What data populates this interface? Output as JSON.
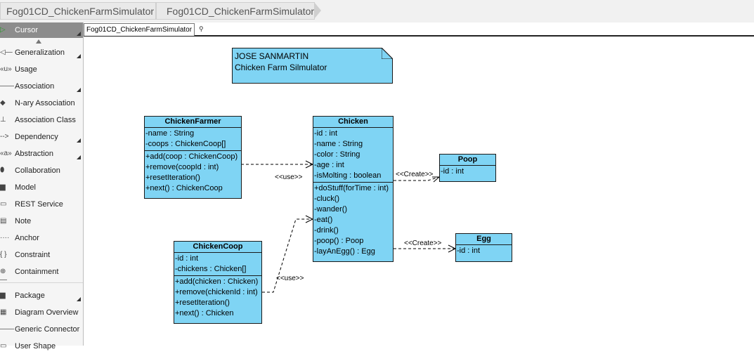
{
  "breadcrumb": [
    "Fog01CD_ChickenFarmSimulator",
    "Fog01CD_ChickenFarmSimulator"
  ],
  "palette": {
    "items": [
      {
        "label": "Cursor",
        "icon": "cursor-icon",
        "glyph": "▷",
        "selected": true,
        "submenu": true
      },
      {
        "label": "Generalization",
        "icon": "generalization-icon",
        "glyph": "◁—",
        "submenu": true
      },
      {
        "label": "Usage",
        "icon": "usage-icon",
        "glyph": "«u»"
      },
      {
        "label": "Association",
        "icon": "association-icon",
        "glyph": "——",
        "submenu": true
      },
      {
        "label": "N-ary Association",
        "icon": "nary-association-icon",
        "glyph": "◆"
      },
      {
        "label": "Association Class",
        "icon": "association-class-icon",
        "glyph": "⊥"
      },
      {
        "label": "Dependency",
        "icon": "dependency-icon",
        "glyph": "-->",
        "submenu": true
      },
      {
        "label": "Abstraction",
        "icon": "abstraction-icon",
        "glyph": "«a»",
        "submenu": true
      },
      {
        "label": "Collaboration",
        "icon": "collaboration-icon",
        "glyph": "⬮"
      },
      {
        "label": "Model",
        "icon": "model-icon",
        "glyph": "▆"
      },
      {
        "label": "REST Service",
        "icon": "rest-service-icon",
        "glyph": "▭"
      },
      {
        "label": "Note",
        "icon": "note-icon",
        "glyph": "▤"
      },
      {
        "label": "Anchor",
        "icon": "anchor-icon",
        "glyph": "····"
      },
      {
        "label": "Constraint",
        "icon": "constraint-icon",
        "glyph": "{ }"
      },
      {
        "label": "Containment",
        "icon": "containment-icon",
        "glyph": "⊕—"
      },
      {
        "label": "Package",
        "icon": "package-icon",
        "glyph": "▆",
        "submenu": true
      },
      {
        "label": "Diagram Overview",
        "icon": "diagram-overview-icon",
        "glyph": "▦"
      },
      {
        "label": "Generic Connector",
        "icon": "generic-connector-icon",
        "glyph": "——"
      },
      {
        "label": "User Shape",
        "icon": "user-shape-icon",
        "glyph": "▭"
      }
    ]
  },
  "tab": {
    "label": "Fog01CD_ChickenFarmSimulator"
  },
  "note": {
    "lines": [
      "JOSE SANMARTIN",
      "Chicken Farm Silmulator"
    ]
  },
  "classes": {
    "farmer": {
      "name": "ChickenFarmer",
      "attributes": [
        "-name : String",
        "-coops : ChickenCoop[]"
      ],
      "operations": [
        "+add(coop : ChickenCoop)",
        "+remove(coopId : int)",
        "+resetIteration()",
        "+next() : ChickenCoop"
      ]
    },
    "chicken": {
      "name": "Chicken",
      "attributes": [
        "-id : int",
        "-name : String",
        "-color : String",
        "-age : int",
        "-isMolting : boolean"
      ],
      "operations": [
        "+doStuff(forTime : int)",
        "-cluck()",
        "-wander()",
        "-eat()",
        "-drink()",
        "-poop() : Poop",
        "-layAnEgg() : Egg"
      ]
    },
    "coop": {
      "name": "ChickenCoop",
      "attributes": [
        "-id : int",
        "-chickens : Chicken[]"
      ],
      "operations": [
        "+add(chicken : Chicken)",
        "+remove(chickenId : int)",
        "+resetIteration()",
        "+next() : Chicken"
      ]
    },
    "poop": {
      "name": "Poop",
      "attributes": [
        "-id : int"
      ],
      "operations": []
    },
    "egg": {
      "name": "Egg",
      "attributes": [
        "-id : int"
      ],
      "operations": []
    }
  },
  "relations": {
    "farmer_chicken": "<<use>>",
    "coop_chicken": "<<use>>",
    "chicken_poop": "<<Create>>",
    "chicken_egg": "<<Create>>"
  },
  "colors": {
    "class_fill": "#7fd4f4",
    "canvas": "#ffffff"
  }
}
